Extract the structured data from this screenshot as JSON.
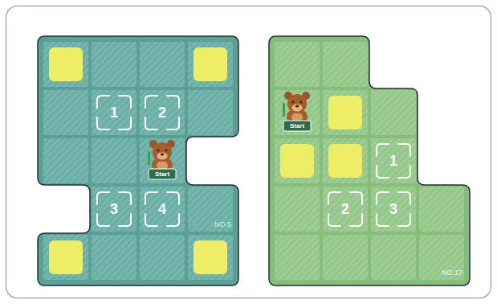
{
  "diagram": {
    "nodes": [
      {
        "text": [
          "NO.5"
        ]
      },
      {
        "text": [
          "1"
        ],
        "in": 0
      },
      {
        "text": [
          "2"
        ],
        "in": 0
      },
      {
        "text": [
          "3"
        ],
        "in": 0
      },
      {
        "text": [
          "4"
        ],
        "in": 0
      },
      {
        "text": [
          "NO.17"
        ]
      },
      {
        "text": [
          "1"
        ],
        "in": 5
      },
      {
        "text": [
          "2"
        ],
        "in": 5
      },
      {
        "text": [
          "3"
        ],
        "in": 5
      }
    ],
    "labels": [
      "Start",
      "Start"
    ]
  }
}
